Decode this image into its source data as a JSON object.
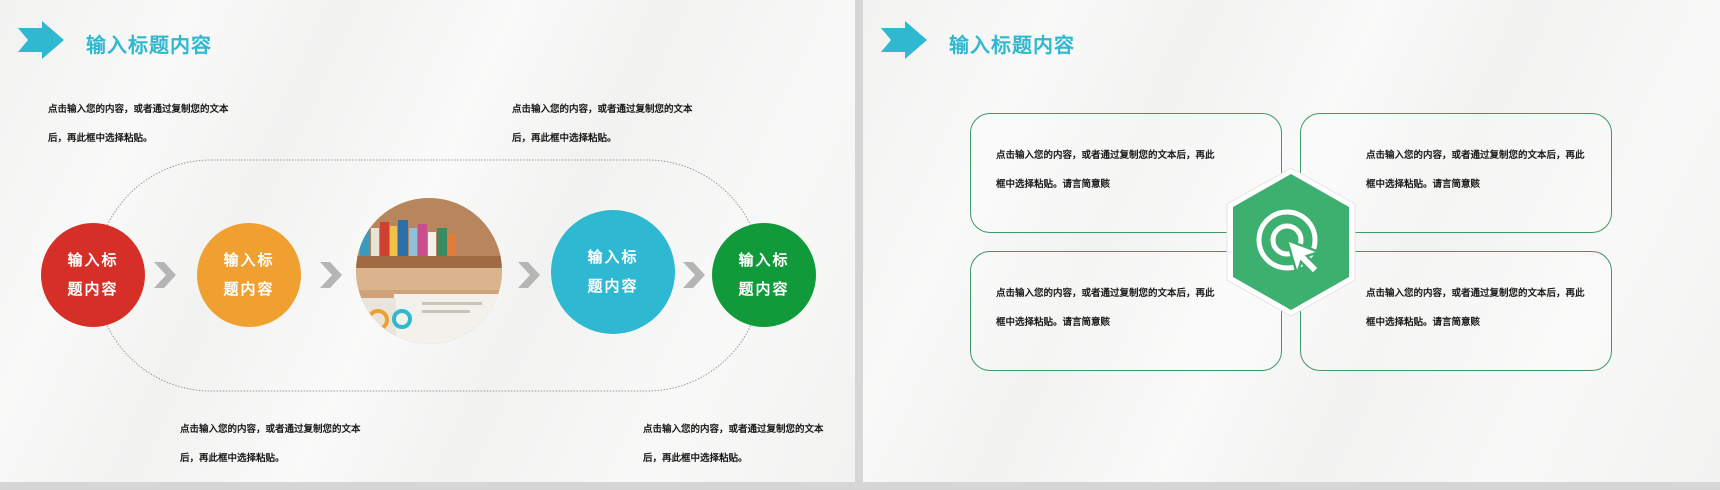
{
  "colors": {
    "accent": "#2fb8cf",
    "red": "#d62f27",
    "orange": "#f0a030",
    "cyan": "#2fb8d2",
    "green": "#109a3a",
    "hex_green": "#3daf6e",
    "card_border": "#3d9a68"
  },
  "left_slide": {
    "title": "输入标题内容",
    "text_top_left": [
      "点击输入您的内容，或者通过复制您的文本",
      "后，再此框中选择粘贴。"
    ],
    "text_top_right": [
      "点击输入您的内容，或者通过复制您的文本",
      "后，再此框中选择粘贴。"
    ],
    "text_bottom_left": [
      "点击输入您的内容，或者通过复制您的文本",
      "后，再此框中选择粘贴。"
    ],
    "text_bottom_right": [
      "点击输入您的内容，或者通过复制您的文本",
      "后，再此框中选择粘贴。"
    ],
    "circles": [
      {
        "line1": "输入标",
        "line2": "题内容",
        "color": "#d62f27"
      },
      {
        "line1": "输入标",
        "line2": "题内容",
        "color": "#f0a030"
      },
      {
        "line1": "输入标",
        "line2": "题内容",
        "color": "#2fb8d2"
      },
      {
        "line1": "输入标",
        "line2": "题内容",
        "color": "#109a3a"
      }
    ],
    "photo_icon": "bookshelf-photo"
  },
  "right_slide": {
    "title": "输入标题内容",
    "center_icon": "click-target-icon",
    "cards": [
      {
        "line1": "点击输入您的内容，或者通过复制您的文本后，再此",
        "line2": "框中选择粘贴。请言简意赅"
      },
      {
        "line1": "点击输入您的内容，或者通过复制您的文本后，再此",
        "line2": "框中选择粘贴。请言简意赅"
      },
      {
        "line1": "点击输入您的内容，或者通过复制您的文本后，再此",
        "line2": "框中选择粘贴。请言简意赅"
      },
      {
        "line1": "点击输入您的内容，或者通过复制您的文本后，再此",
        "line2": "框中选择粘贴。请言简意赅"
      }
    ]
  }
}
